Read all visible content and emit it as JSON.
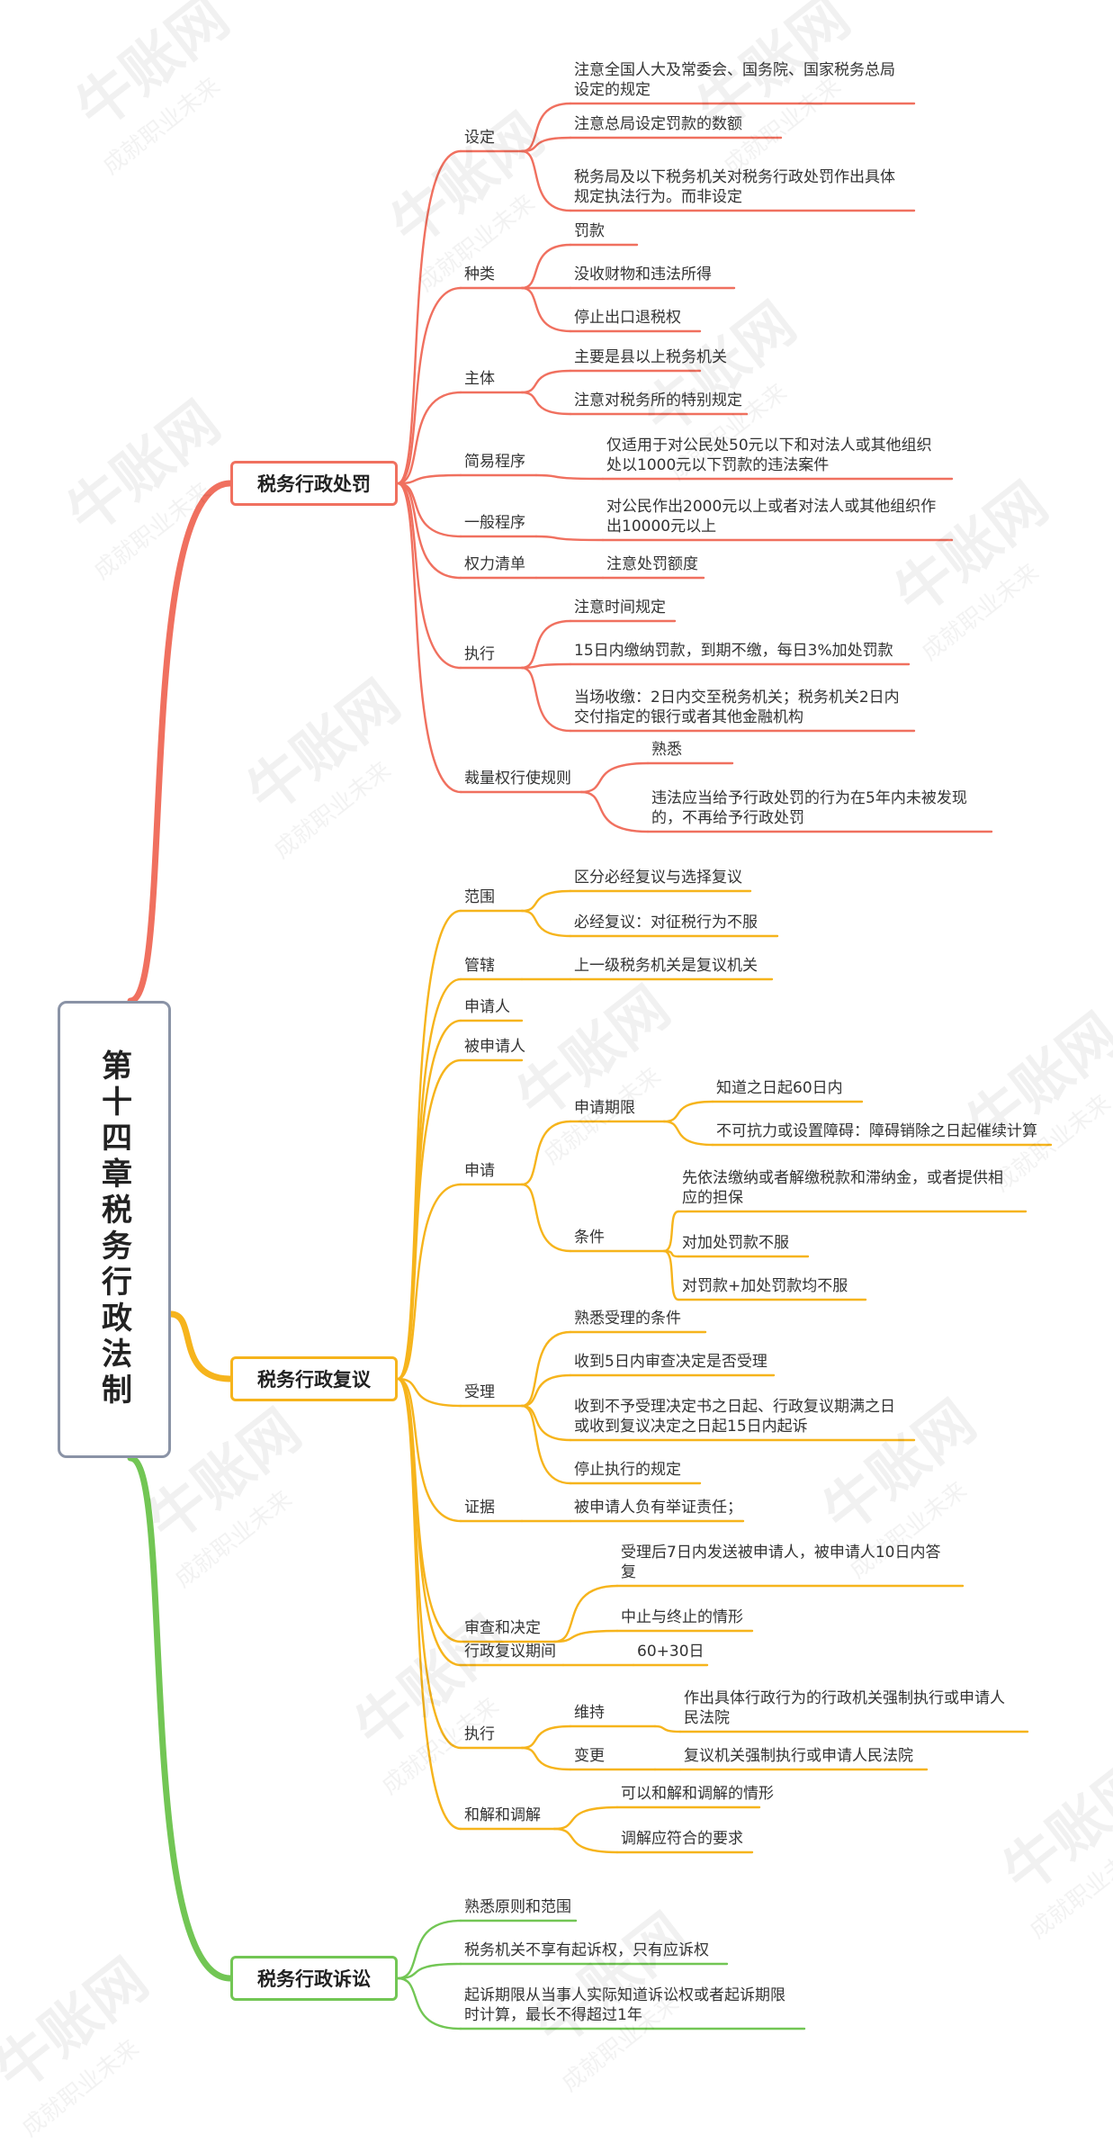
{
  "root": {
    "label": "第十四章税务行政法制"
  },
  "watermark": {
    "text": "牛账网",
    "slogan": "成就职业未来"
  },
  "colors": {
    "red": "#f0705f",
    "orange": "#f6b41c",
    "green": "#72c654",
    "root_border": "#8a93a6"
  },
  "branches": [
    {
      "id": "penalty",
      "label": "税务行政处罚",
      "color": "red"
    },
    {
      "id": "review",
      "label": "税务行政复议",
      "color": "orange"
    },
    {
      "id": "litigation",
      "label": "税务行政诉讼",
      "color": "green"
    }
  ],
  "penalty": {
    "sheding": {
      "label": "设定",
      "items": [
        "注意全国人大及常委会、国务院、国家税务总局\n设定的规定",
        "注意总局设定罚款的数额",
        "税务局及以下税务机关对税务行政处罚作出具体\n规定执法行为。而非设定"
      ]
    },
    "zhonglei": {
      "label": "种类",
      "items": [
        "罚款",
        "没收财物和违法所得",
        "停止出口退税权"
      ]
    },
    "zhuti": {
      "label": "主体",
      "items": [
        "主要是县以上税务机关",
        "注意对税务所的特别规定"
      ]
    },
    "jianyi": {
      "label": "简易程序",
      "items": [
        "仅适用于对公民处50元以下和对法人或其他组织\n处以1000元以下罚款的违法案件"
      ]
    },
    "yiban": {
      "label": "一般程序",
      "items": [
        "对公民作出2000元以上或者对法人或其他组织作\n出10000元以上"
      ]
    },
    "quanli": {
      "label": "权力清单",
      "items": [
        "注意处罚额度"
      ]
    },
    "zhixing": {
      "label": "执行",
      "items": [
        "注意时间规定",
        "15日内缴纳罚款，到期不缴，每日3%加处罚款",
        "当场收缴：2日内交至税务机关；税务机关2日内\n交付指定的银行或者其他金融机构"
      ]
    },
    "cailiang": {
      "label": "裁量权行使规则",
      "items": [
        "熟悉",
        "违法应当给予行政处罚的行为在5年内未被发现\n的，不再给予行政处罚"
      ]
    }
  },
  "review": {
    "fanwei": {
      "label": "范围",
      "items": [
        "区分必经复议与选择复议",
        "必经复议：对征税行为不服"
      ]
    },
    "guanxia": {
      "label": "管辖",
      "items": [
        "上一级税务机关是复议机关"
      ]
    },
    "shenqingren": {
      "label": "申请人"
    },
    "beishenqingren": {
      "label": "被申请人"
    },
    "shenqing": {
      "label": "申请",
      "qixian": {
        "label": "申请期限",
        "items": [
          "知道之日起60日内",
          "不可抗力或设置障碍：障碍销除之日起催续计算"
        ]
      },
      "tiaojian": {
        "label": "条件",
        "items": [
          "先依法缴纳或者解缴税款和滞纳金，或者提供相\n应的担保",
          "对加处罚款不服",
          "对罚款+加处罚款均不服"
        ]
      }
    },
    "shouli": {
      "label": "受理",
      "items": [
        "熟悉受理的条件",
        "收到5日内审查决定是否受理",
        "收到不予受理决定书之日起、行政复议期满之日\n或收到复议决定之日起15日内起诉",
        "停止执行的规定"
      ]
    },
    "zhengju": {
      "label": "证据",
      "items": [
        "被申请人负有举证责任；"
      ]
    },
    "shencha": {
      "label": "审查和决定",
      "items": [
        "受理后7日内发送被申请人，被申请人10日内答\n复",
        "中止与终止的情形"
      ]
    },
    "qijian": {
      "label": "行政复议期间",
      "items": [
        "60+30日"
      ]
    },
    "zhixing": {
      "label": "执行",
      "weichi": {
        "label": "维持",
        "items": [
          "作出具体行政行为的行政机关强制执行或申请人\n民法院"
        ]
      },
      "biangeng": {
        "label": "变更",
        "items": [
          "复议机关强制执行或申请人民法院"
        ]
      }
    },
    "hejie": {
      "label": "和解和调解",
      "items": [
        "可以和解和调解的情形",
        "调解应符合的要求"
      ]
    }
  },
  "litigation": {
    "items": [
      "熟悉原则和范围",
      "税务机关不享有起诉权，只有应诉权",
      "起诉期限从当事人实际知道诉讼权或者起诉期限\n时计算，最长不得超过1年"
    ]
  }
}
